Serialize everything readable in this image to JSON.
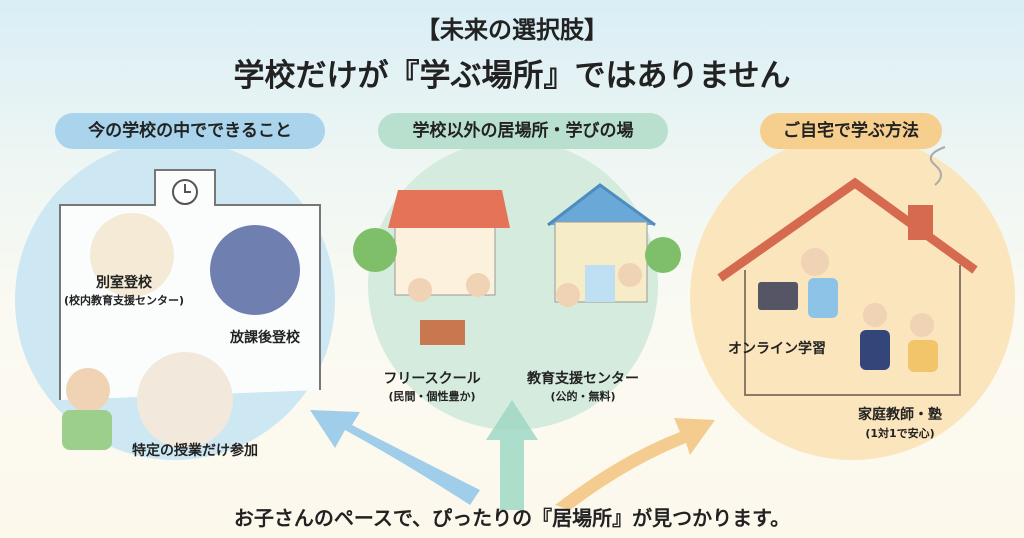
{
  "title": {
    "line1": "【未来の選択肢】",
    "line2": "学校だけが『学ぶ場所』ではありません"
  },
  "sections": [
    {
      "heading": "今の学校の中でできること",
      "color": "#a9d4ec",
      "items": [
        {
          "label": "別室登校",
          "sub": "(校内教育支援センター)"
        },
        {
          "label": "放課後登校"
        },
        {
          "label": "特定の授業だけ参加"
        }
      ]
    },
    {
      "heading": "学校以外の居場所・学びの場",
      "color": "#b9e0cf",
      "items": [
        {
          "label": "フリースクール",
          "sub": "(民間・個性豊か)"
        },
        {
          "label": "教育支援センター",
          "sub": "(公的・無料)"
        }
      ]
    },
    {
      "heading": "ご自宅で学ぶ方法",
      "color": "#f6cf8f",
      "items": [
        {
          "label": "オンライン学習"
        },
        {
          "label": "家庭教師・塾",
          "sub": "(1対1で安心)"
        }
      ]
    }
  ],
  "footer": "お子さんのペースで、ぴったりの『居場所』が見つかります。"
}
